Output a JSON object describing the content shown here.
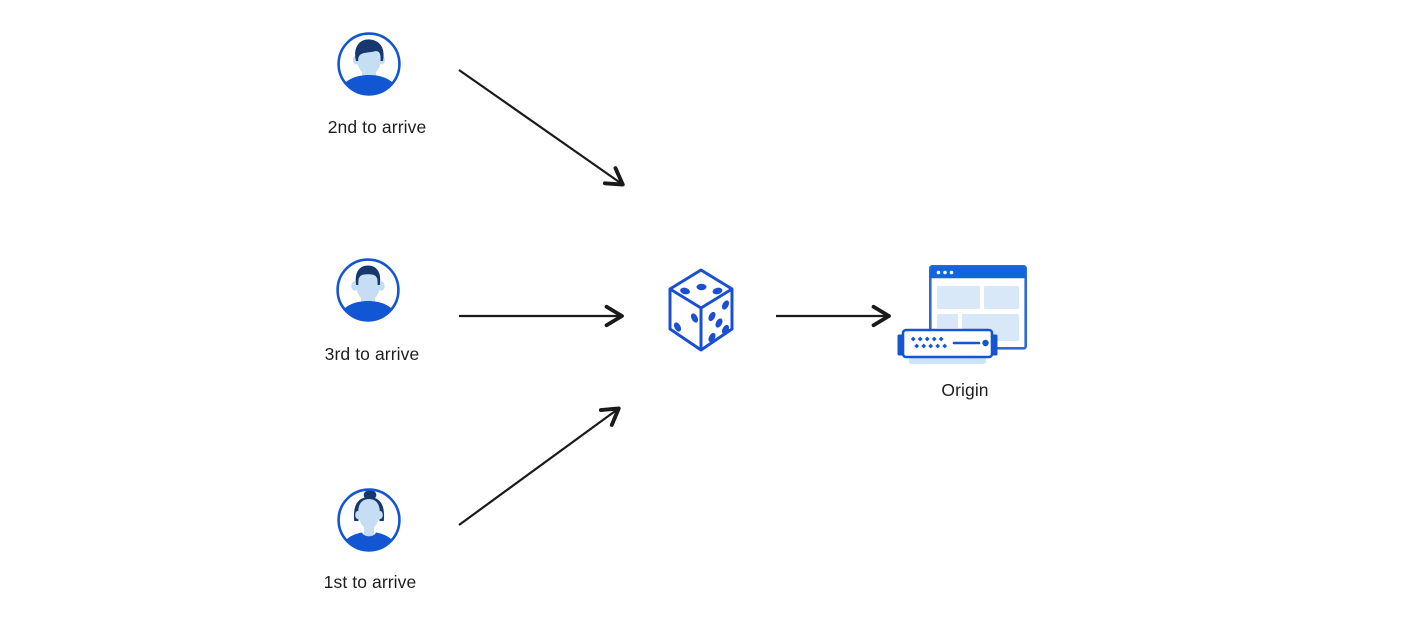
{
  "diagram": {
    "clients": [
      {
        "label": "2nd to arrive",
        "icon": "user-male-swoop-avatar-icon"
      },
      {
        "label": "3rd to arrive",
        "icon": "user-male-flat-avatar-icon"
      },
      {
        "label": "1st to arrive",
        "icon": "user-female-bun-avatar-icon"
      }
    ],
    "router": {
      "icon": "dice-icon"
    },
    "origin": {
      "label": "Origin",
      "icon": "origin-server-browser-icon"
    },
    "edges": [
      "client-2nd -> dice",
      "client-3rd -> dice",
      "client-1st -> dice",
      "dice -> origin"
    ],
    "colors": {
      "primary_blue": "#1356d3",
      "dice_blue": "#1b4fd2",
      "titlebar_blue": "#1465d8",
      "panel_light_blue": "#d9e8f8",
      "face_light_blue": "#c5def3",
      "hair_navy": "#16386f",
      "arrow_black": "#1a1a1a",
      "label_text": "#1d1d1f"
    }
  }
}
